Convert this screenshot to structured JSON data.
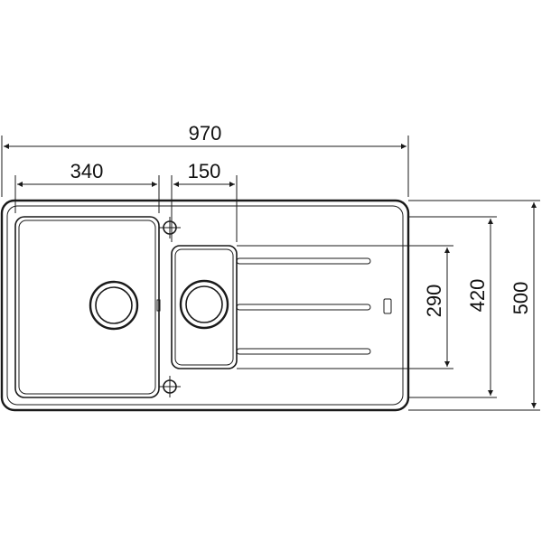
{
  "dimensions": {
    "overall_width": "970",
    "large_bowl_width": "340",
    "small_bowl_width": "150",
    "small_bowl_depth": "290",
    "large_bowl_depth": "420",
    "overall_depth": "500"
  },
  "colors": {
    "line": "#1a1a1a",
    "background": "#ffffff"
  }
}
